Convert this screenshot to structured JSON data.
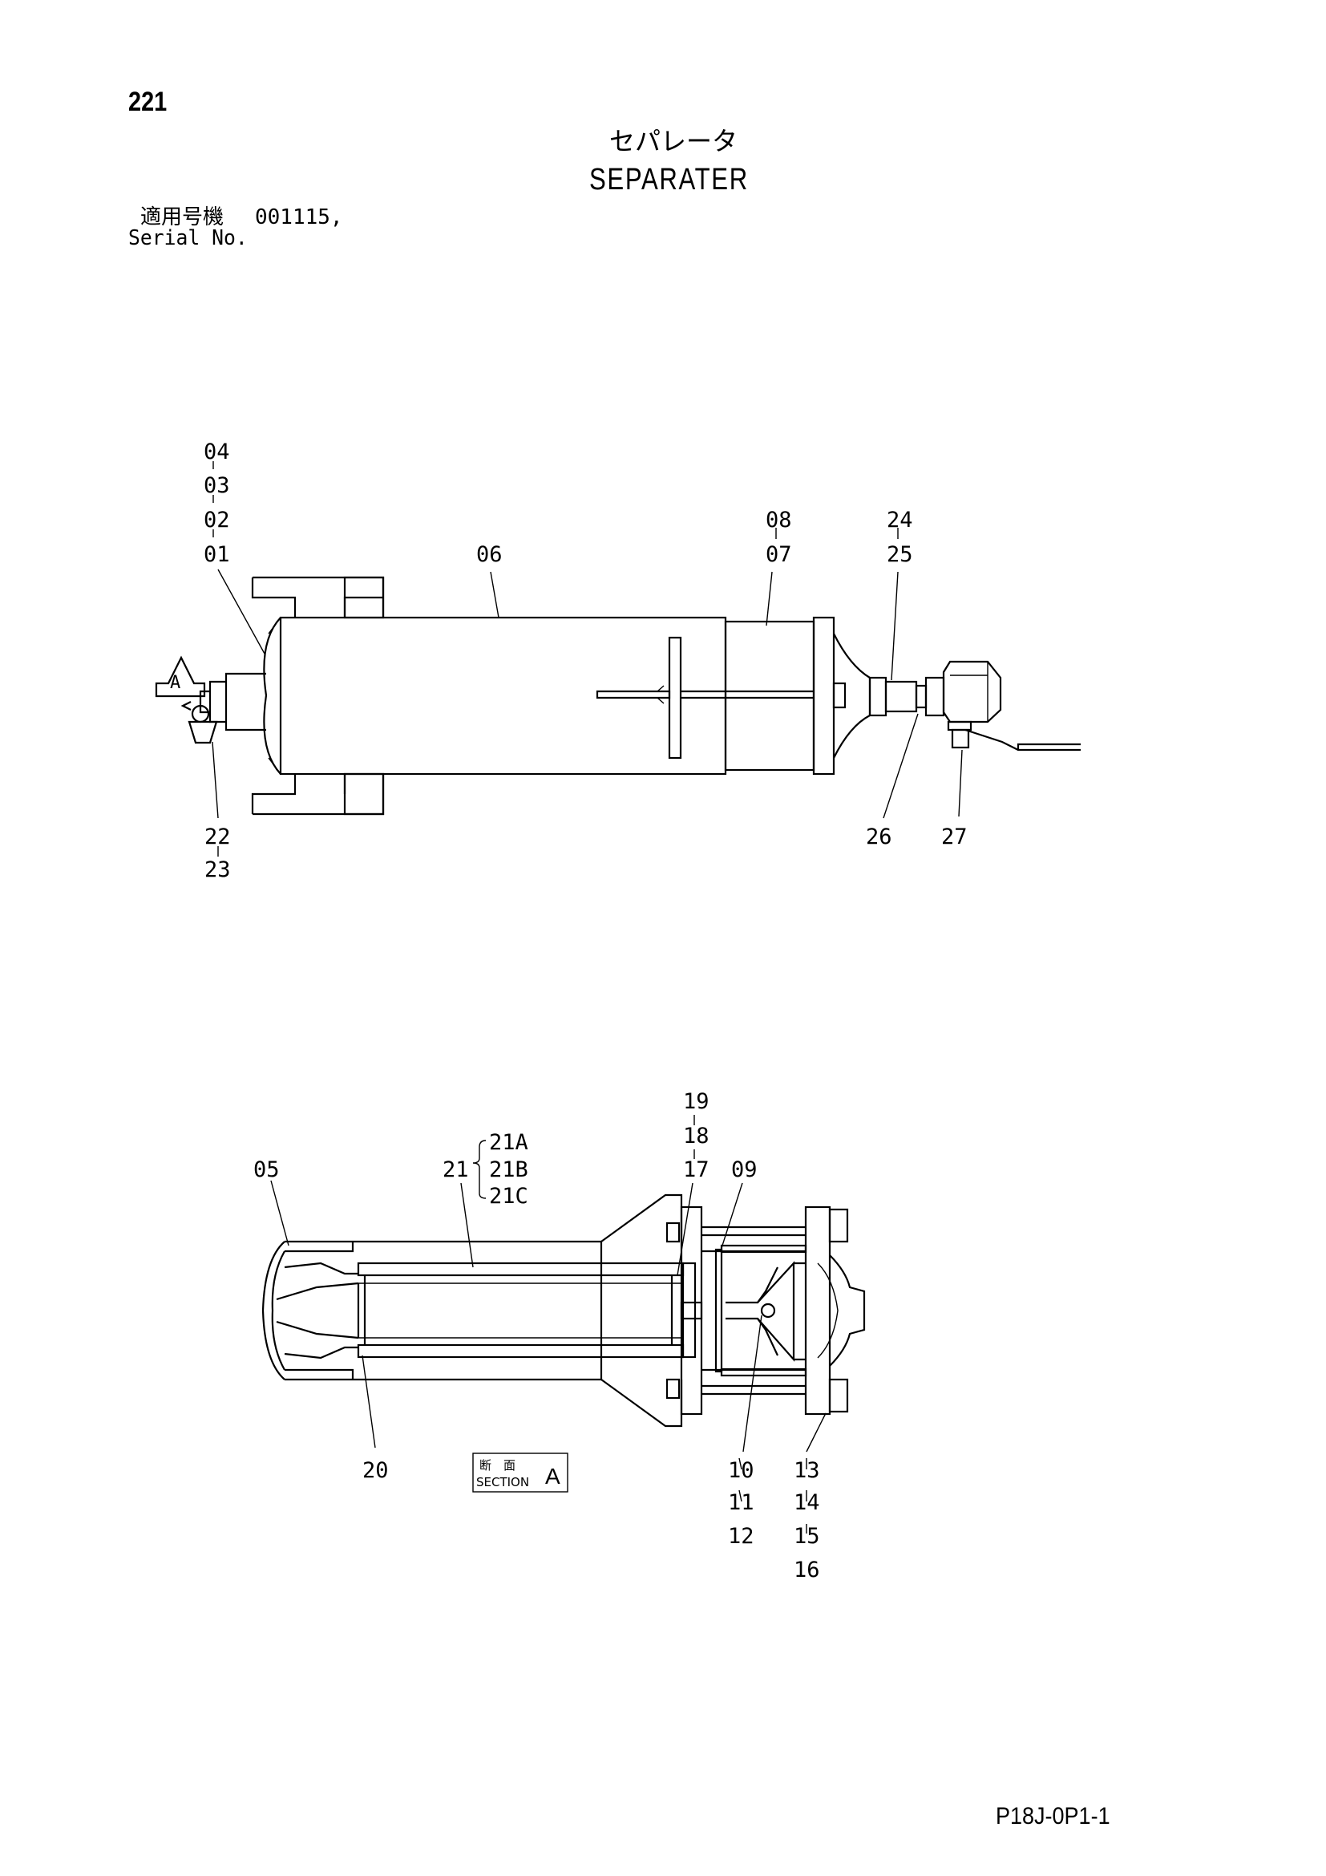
{
  "page": {
    "number": "221",
    "title_jp": "セパレータ",
    "title_en": "SEPARATER",
    "serial_label_jp": "適用号機",
    "serial_value": "001115,",
    "serial_label_en": "Serial No.",
    "footer_code": "P18J-0P1-1"
  },
  "view_marker": {
    "letter": "A"
  },
  "section_label": {
    "jp": "断　面",
    "en": "SECTION",
    "letter": "A"
  },
  "callouts": {
    "c04": "04",
    "c03": "03",
    "c02": "02",
    "c01": "01",
    "c06": "06",
    "c08": "08",
    "c07": "07",
    "c24": "24",
    "c25": "25",
    "c22": "22",
    "c23": "23",
    "c26": "26",
    "c27": "27",
    "c19": "19",
    "c18": "18",
    "c17": "17",
    "c09": "09",
    "c05": "05",
    "c21": "21",
    "c21A": "21A",
    "c21B": "21B",
    "c21C": "21C",
    "c20": "20",
    "c10": "10",
    "c11": "11",
    "c12": "12",
    "c13": "13",
    "c14": "14",
    "c15": "15",
    "c16": "16"
  }
}
